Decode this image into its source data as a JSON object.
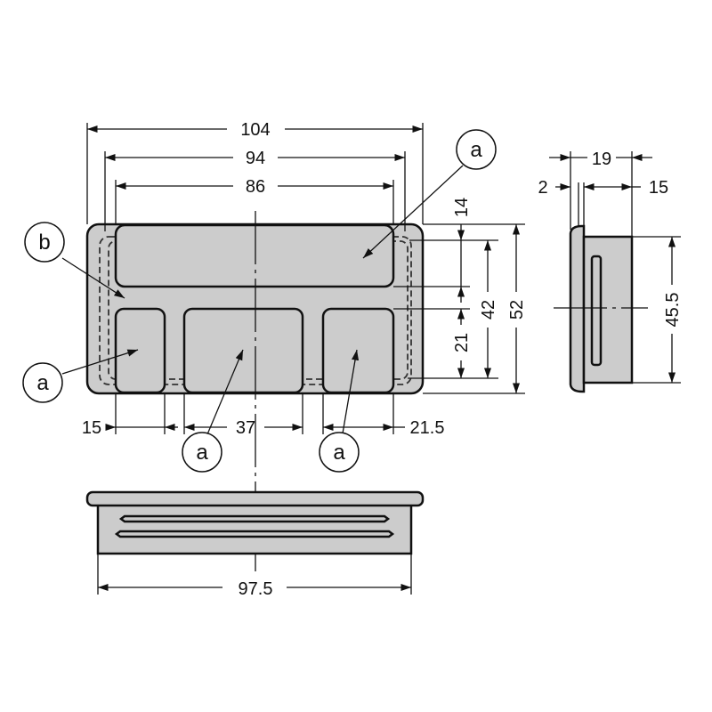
{
  "title": "Recessed pull handle dimension drawing",
  "dimensions": {
    "overall_length": "104",
    "outer_rebate_length": "94",
    "top_pocket_length": "86",
    "top_pocket_height": "14",
    "inner_height": "42",
    "overall_height": "52",
    "lower_pocket_height": "21",
    "left_pocket_width": "15",
    "middle_pocket_width": "37",
    "right_pocket_width": "21.5",
    "total_depth": "19",
    "flange_thickness": "2",
    "body_depth": "15",
    "body_height": "45.5",
    "body_length": "97.5"
  },
  "callouts": {
    "a": "a",
    "b": "b"
  },
  "colors": {
    "part_fill": "#cccccc",
    "line": "#111111"
  }
}
